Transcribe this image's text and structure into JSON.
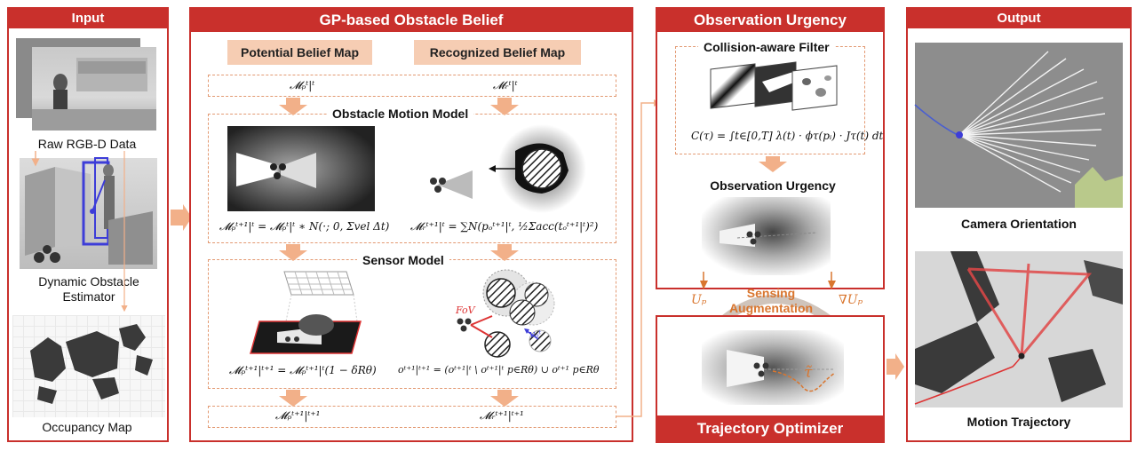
{
  "input": {
    "title": "Input",
    "raw_label": "Raw RGB-D Data",
    "estimator_label": "Dynamic Obstacle Estimator",
    "occupancy_label": "Occupancy Map"
  },
  "gp": {
    "title": "GP-based Obstacle Belief",
    "potential_label": "Potential Belief Map",
    "recognized_label": "Recognized Belief Map",
    "motion_model_title": "Obstacle Motion Model",
    "sensor_model_title": "Sensor Model",
    "eq_top_p": "𝓜ₚᵗ|ᵗ",
    "eq_top_r": "𝓜ᵣᵗ|ᵗ",
    "eq_motion_p": "𝓜ₚᵗ⁺¹|ᵗ = 𝓜ₚᵗ|ᵗ ∗ N(·; 0, Σvel Δt)",
    "eq_motion_r": "𝓜ᵣᵗ⁺¹|ᵗ = ∑N(pₒᵗ⁺¹|ᵗ, ½Σacc(tₒᵗ⁺¹|ᵗ)²)",
    "fov_label": "FoV",
    "velocity_label": "vₒᵗ",
    "eq_sensor_p": "𝓜ₚᵗ⁺¹|ᵗ⁺¹ = 𝓜ₚᵗ⁺¹|ᵗ(1 − δRθ)",
    "eq_sensor_r": "oᵗ⁺¹|ᵗ⁺¹ = (oᵗ⁺¹|ᵗ \\ oᵗ⁺¹|ᵗ p∈Rθ) ∪ oᵗ⁺¹ p∈Rθ",
    "eq_bottom_p": "𝓜ₚᵗ⁺¹|ᵗ⁺¹",
    "eq_bottom_r": "𝓜ᵣᵗ⁺¹|ᵗ⁺¹"
  },
  "urgency": {
    "title": "Observation Urgency",
    "filter_title": "Collision-aware Filter",
    "eq_filter": "C(τ) = ∫t∈[0,T] λ(t) · ϕτ(pᵢ) · Jτ(t) dt",
    "urgency_label": "Observation Urgency",
    "up_label": "Uₚ",
    "grad_up_label": "∇Uₚ",
    "sensing_label": "Sensing Augmentation"
  },
  "optimizer": {
    "title": "Trajectory Optimizer",
    "tau_label": "τ̃"
  },
  "output": {
    "title": "Output",
    "camera_label": "Camera Orientation",
    "trajectory_label": "Motion Trajectory"
  },
  "colors": {
    "panel_red": "#c9302c",
    "pill_fill": "#f6cdb3",
    "arrow_orange": "#f2b089",
    "accent_orange": "#d9762f"
  }
}
